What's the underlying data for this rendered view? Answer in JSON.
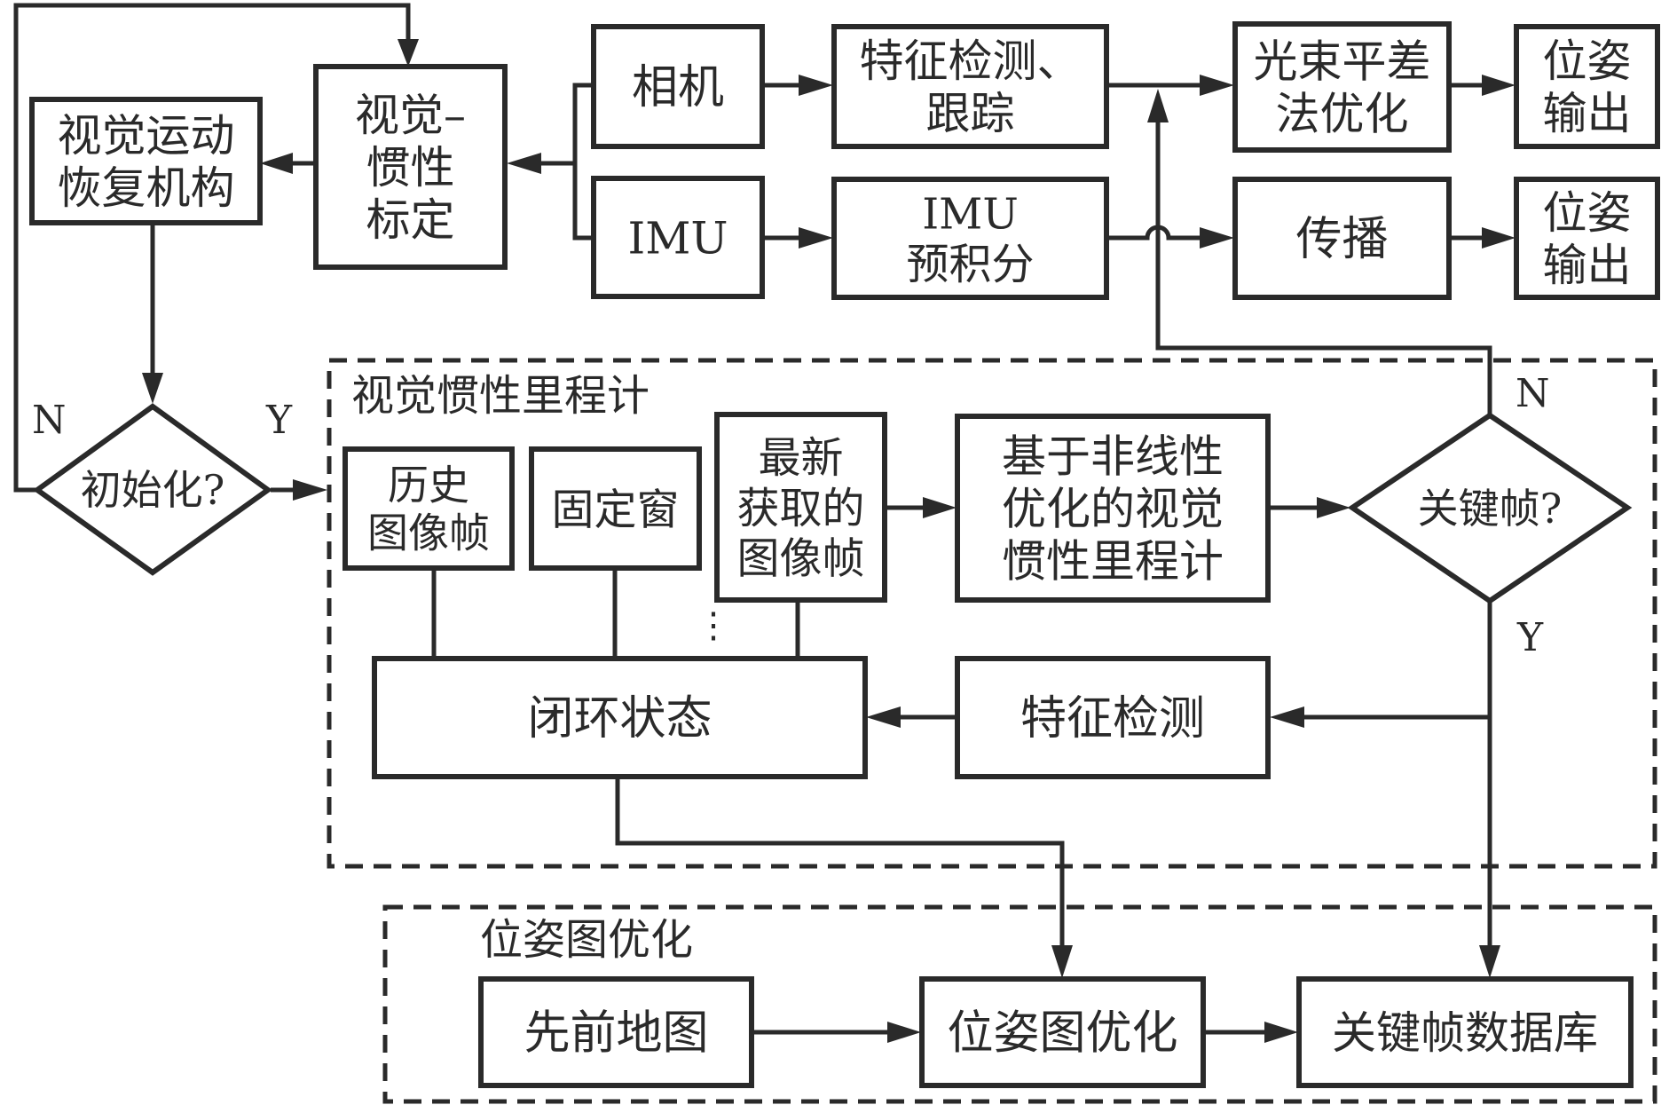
{
  "diagram": {
    "nodes": {
      "vision_motion_recovery": [
        "视觉运动",
        "恢复机构"
      ],
      "vi_calibration": [
        "视觉–",
        "惯性",
        "标定"
      ],
      "camera": [
        "相机"
      ],
      "imu": [
        "IMU"
      ],
      "feature_tracking": [
        "特征检测、",
        "跟踪"
      ],
      "imu_preintegration": [
        "IMU",
        "预积分"
      ],
      "bundle_adjustment": [
        "光束平差",
        "法优化"
      ],
      "propagation": [
        "传播"
      ],
      "pose_output_1": [
        "位姿",
        "输出"
      ],
      "pose_output_2": [
        "位姿",
        "输出"
      ],
      "init_decision": [
        "初始化?"
      ],
      "history_frames": [
        "历史",
        "图像帧"
      ],
      "fixed_window": [
        "固定窗"
      ],
      "latest_frame": [
        "最新",
        "获取的",
        "图像帧"
      ],
      "nonlinear_vio": [
        "基于非线性",
        "优化的视觉",
        "惯性里程计"
      ],
      "keyframe_decision": [
        "关键帧?"
      ],
      "feature_detection": [
        "特征检测"
      ],
      "loop_state": [
        "闭环状态"
      ],
      "prior_map": [
        "先前地图"
      ],
      "pose_graph_opt": [
        "位姿图优化"
      ],
      "keyframe_db": [
        "关键帧数据库"
      ]
    },
    "groups": {
      "vio": "视觉惯性里程计",
      "pose_graph": "位姿图优化"
    },
    "branch_labels": {
      "init_no": "N",
      "init_yes": "Y",
      "keyframe_no": "N",
      "keyframe_yes": "Y"
    },
    "ellipsis": "⋮"
  }
}
